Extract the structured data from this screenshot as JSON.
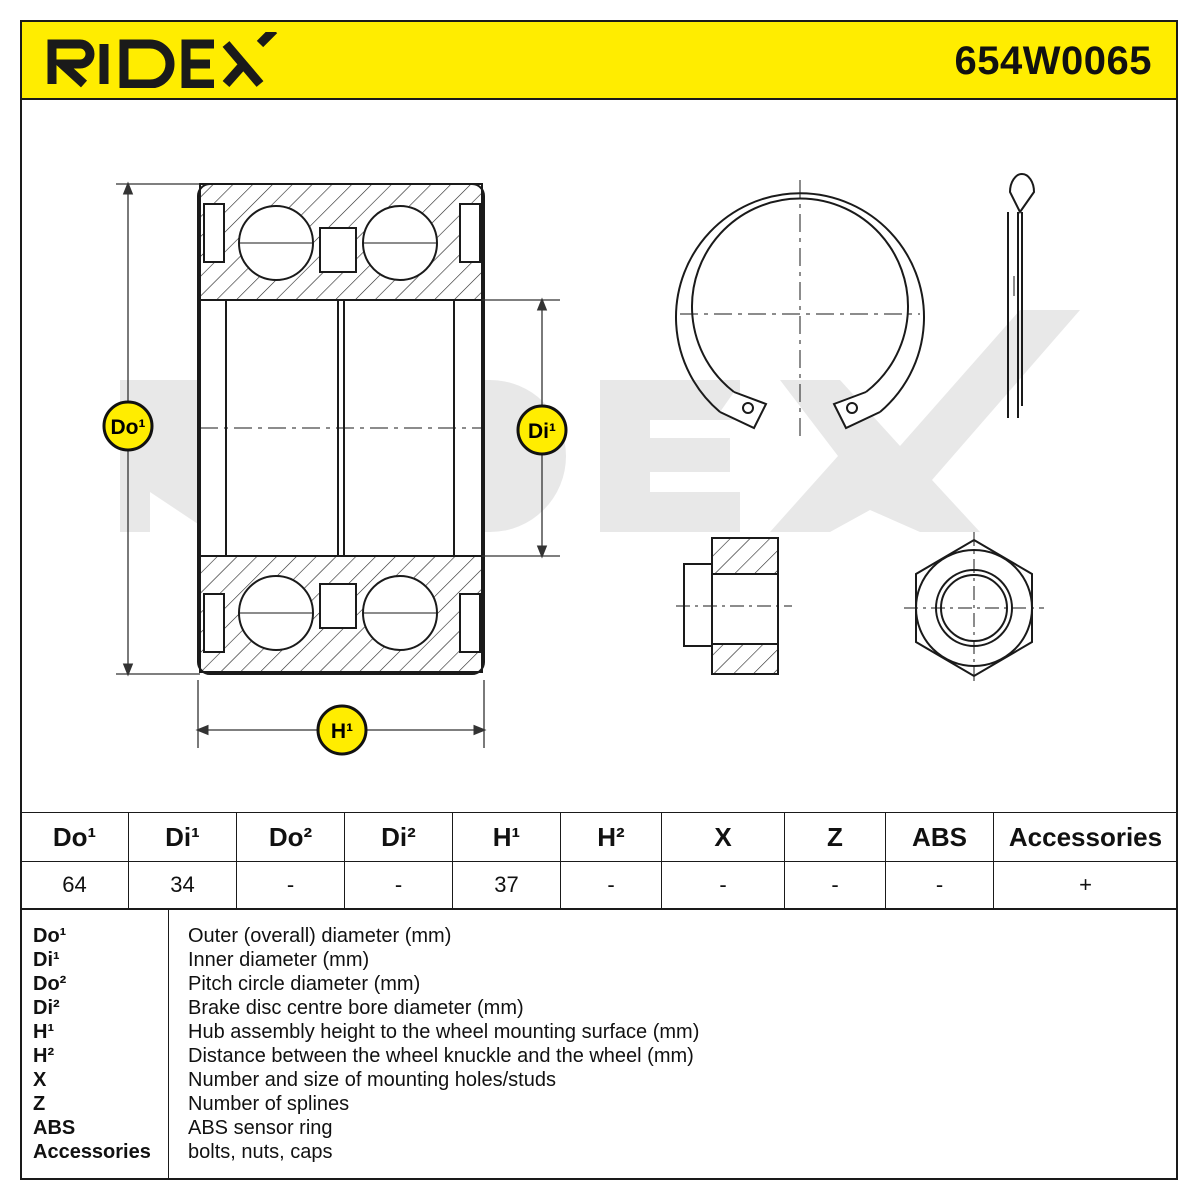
{
  "header": {
    "brand": "RIDEX",
    "part_number": "654W0065",
    "accent_color": "#ffed00"
  },
  "diagram": {
    "labels": {
      "outer_diameter": "Do¹",
      "inner_diameter": "Di¹",
      "height": "H¹"
    },
    "watermark": "RIDEX",
    "parts": [
      "wheel-bearing-section",
      "circlip",
      "cotter-pin",
      "axle-nut-side",
      "axle-nut-top"
    ]
  },
  "spec_table": {
    "headers": [
      "Do¹",
      "Di¹",
      "Do²",
      "Di²",
      "H¹",
      "H²",
      "X",
      "Z",
      "ABS",
      "Accessories"
    ],
    "values": [
      "64",
      "34",
      "-",
      "-",
      "37",
      "-",
      "-",
      "-",
      "-",
      "+"
    ]
  },
  "legend": [
    {
      "code": "Do¹",
      "desc": "Outer (overall) diameter (mm)"
    },
    {
      "code": "Di¹",
      "desc": "Inner diameter (mm)"
    },
    {
      "code": "Do²",
      "desc": "Pitch circle diameter (mm)"
    },
    {
      "code": "Di²",
      "desc": "Brake disc centre bore diameter (mm)"
    },
    {
      "code": "H¹",
      "desc": "Hub assembly height to the wheel mounting surface (mm)"
    },
    {
      "code": "H²",
      "desc": "Distance between the wheel knuckle and the wheel (mm)"
    },
    {
      "code": "X",
      "desc": "Number and size of mounting holes/studs"
    },
    {
      "code": "Z",
      "desc": "Number of splines"
    },
    {
      "code": "ABS",
      "desc": "ABS sensor ring"
    },
    {
      "code": "Accessories",
      "desc": "bolts, nuts, caps"
    }
  ]
}
